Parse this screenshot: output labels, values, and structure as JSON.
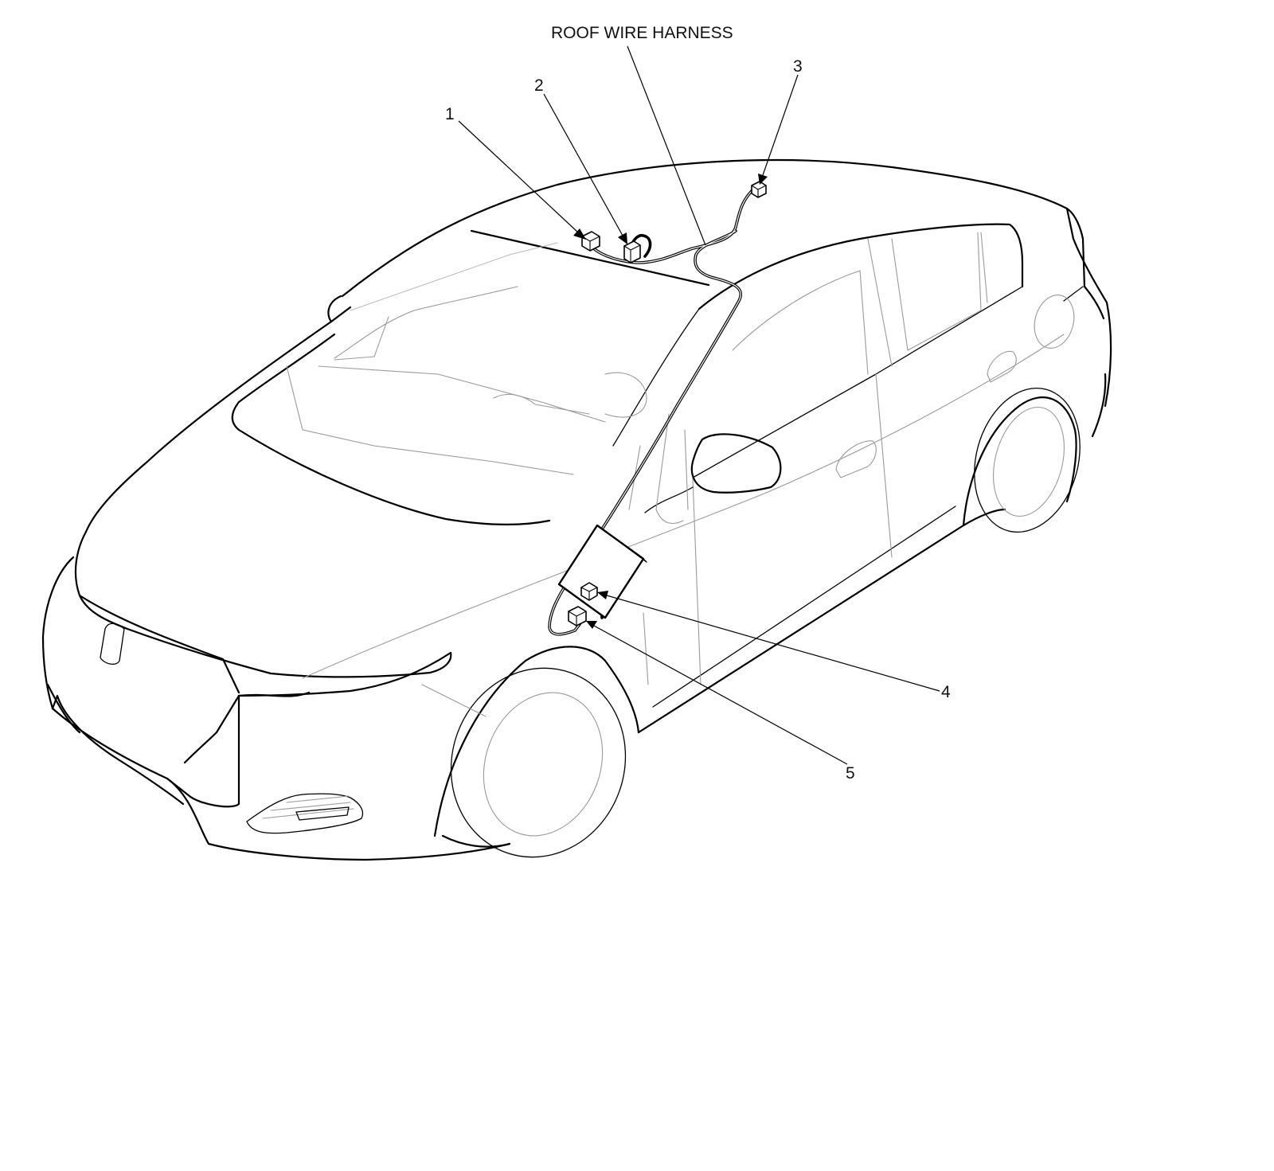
{
  "labels": {
    "harness_name": "ROOF WIRE HARNESS"
  },
  "callouts": [
    "1",
    "2",
    "3",
    "4",
    "5"
  ],
  "colors": {
    "line": "#000000",
    "ghost_line": "#9a9a9a",
    "background": "#ffffff"
  }
}
